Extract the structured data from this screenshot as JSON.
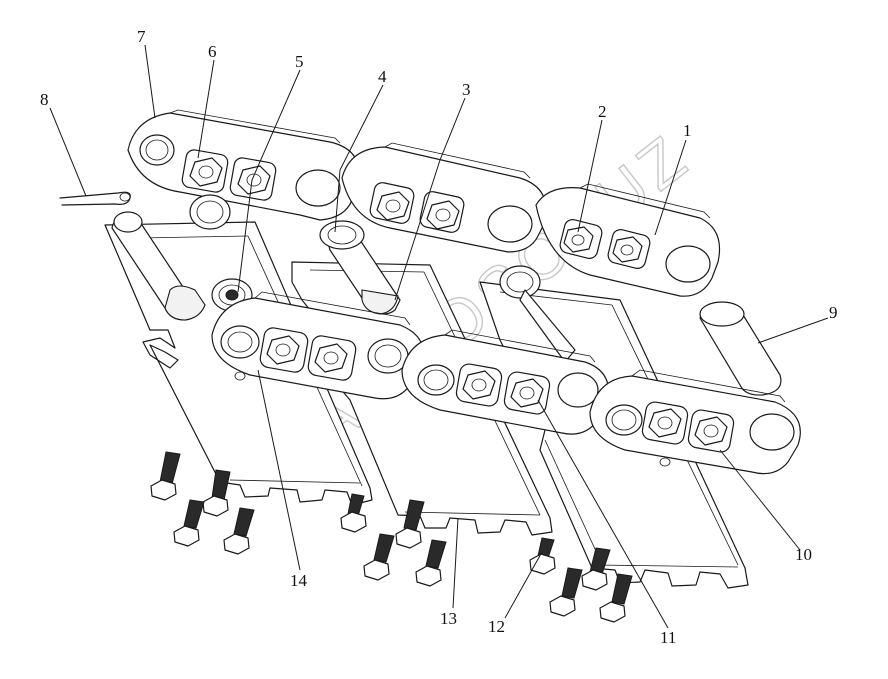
{
  "diagram": {
    "callouts": [
      {
        "id": "1",
        "text": "1"
      },
      {
        "id": "2",
        "text": "2"
      },
      {
        "id": "3",
        "text": "3"
      },
      {
        "id": "4",
        "text": "4"
      },
      {
        "id": "5",
        "text": "5"
      },
      {
        "id": "6",
        "text": "6"
      },
      {
        "id": "7",
        "text": "7"
      },
      {
        "id": "8",
        "text": "8"
      },
      {
        "id": "9",
        "text": "9"
      },
      {
        "id": "10",
        "text": "10"
      },
      {
        "id": "11",
        "text": "11"
      },
      {
        "id": "12",
        "text": "12"
      },
      {
        "id": "13",
        "text": "13"
      },
      {
        "id": "14",
        "text": "14"
      }
    ],
    "watermark": "AGROSOYUZ"
  }
}
